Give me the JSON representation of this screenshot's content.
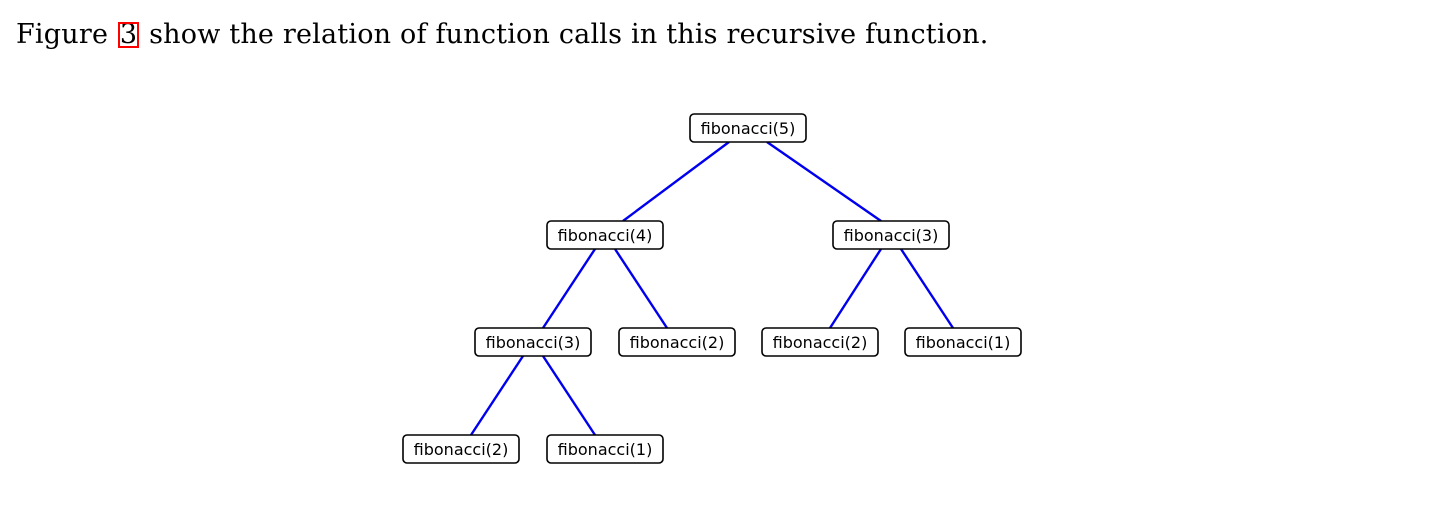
{
  "caption": {
    "before": "Figure ",
    "ref": "3",
    "after": " show the relation of function calls in this recursive function."
  },
  "tree": {
    "edge_color": "#0000ee",
    "nodes": [
      {
        "id": "n0",
        "label": "fibonacci(5)"
      },
      {
        "id": "n1",
        "label": "fibonacci(4)"
      },
      {
        "id": "n2",
        "label": "fibonacci(3)"
      },
      {
        "id": "n3",
        "label": "fibonacci(3)"
      },
      {
        "id": "n4",
        "label": "fibonacci(2)"
      },
      {
        "id": "n5",
        "label": "fibonacci(2)"
      },
      {
        "id": "n6",
        "label": "fibonacci(1)"
      },
      {
        "id": "n7",
        "label": "fibonacci(2)"
      },
      {
        "id": "n8",
        "label": "fibonacci(1)"
      }
    ],
    "edges": [
      [
        "n0",
        "n1"
      ],
      [
        "n0",
        "n2"
      ],
      [
        "n1",
        "n3"
      ],
      [
        "n1",
        "n4"
      ],
      [
        "n2",
        "n5"
      ],
      [
        "n2",
        "n6"
      ],
      [
        "n3",
        "n7"
      ],
      [
        "n3",
        "n8"
      ]
    ]
  }
}
